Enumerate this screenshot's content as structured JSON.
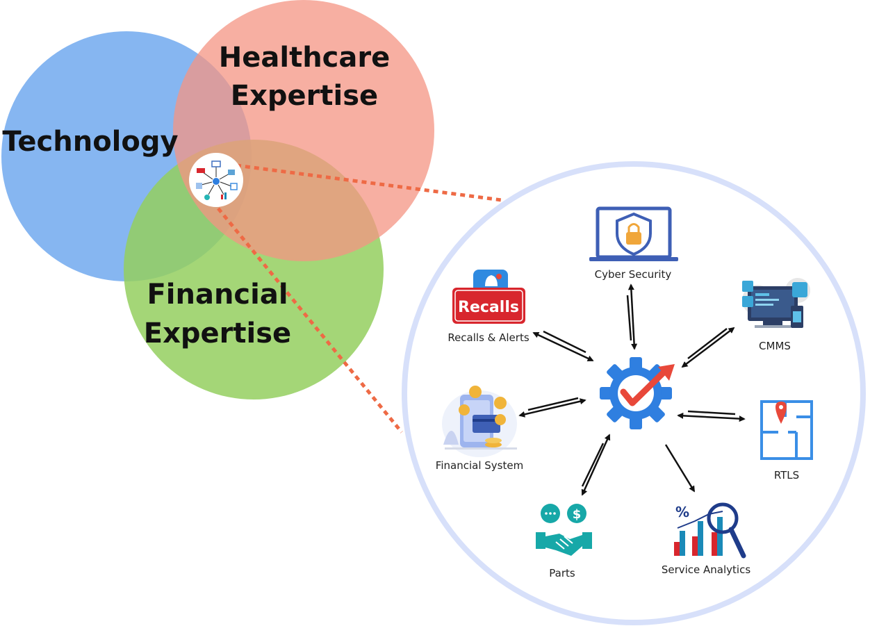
{
  "venn": {
    "technology": {
      "label": "Technology",
      "color": "#7fb2f0"
    },
    "healthcare": {
      "line1": "Healthcare",
      "line2": "Expertise",
      "color": "#f5a190"
    },
    "financial": {
      "line1": "Financial",
      "line2": "Expertise",
      "color": "#a3d878"
    }
  },
  "zoom": {
    "border_color": "#d7e0fa",
    "connector_color": "#ee6a45"
  },
  "hub": {
    "icon": "gear-checkmark-icon",
    "gear_color": "#2f7fe0",
    "check_color": "#e8483a"
  },
  "nodes": {
    "cyber_security": {
      "label": "Cyber Security",
      "icon": "laptop-shield-lock-icon"
    },
    "recalls": {
      "label": "Recalls & Alerts",
      "badge": "Recalls",
      "icon": "recalls-bell-icon"
    },
    "cmms": {
      "label": "CMMS",
      "icon": "computer-dashboard-icon"
    },
    "financial_system": {
      "label": "Financial System",
      "icon": "phone-payment-icon"
    },
    "rtls": {
      "label": "RTLS",
      "icon": "floorplan-location-icon"
    },
    "parts": {
      "label": "Parts",
      "icon": "handshake-dollar-icon"
    },
    "service_analytics": {
      "label": "Service Analytics",
      "icon": "analytics-chart-magnifier-icon"
    }
  }
}
